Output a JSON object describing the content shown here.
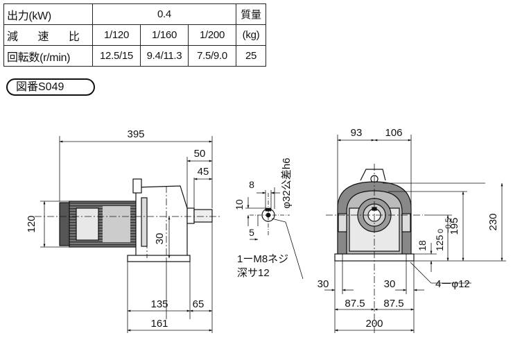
{
  "spec_table": {
    "output_label": "出力(kW)",
    "output_value": "0.4",
    "mass_header": "質量",
    "ratio_label": "減 速 比",
    "ratios": [
      "1/120",
      "1/160",
      "1/200"
    ],
    "mass_unit": "(kg)",
    "speed_label": "回転数(r/min)",
    "speeds": [
      "12.5/15",
      "9.4/11.3",
      "7.5/9.0"
    ],
    "mass_value": "25"
  },
  "figure_number": "図番S049",
  "dimensions": {
    "overall_length": "395",
    "shaft_50": "50",
    "shaft_45": "45",
    "motor_height": "120",
    "center_30": "30",
    "base_135": "135",
    "base_65": "65",
    "base_161": "161",
    "key_8": "8",
    "key_10": "10",
    "key_5": "5",
    "shaft_dia": "φ32公差h6",
    "tap": "1ーM8ネジ",
    "tap_depth": "深サ12",
    "width_93": "93",
    "width_106": "106",
    "height_230": "230",
    "height_195": "195",
    "shaft_height": "125",
    "shaft_tol": "0 \n−0.5",
    "tol_upper": "0",
    "tol_lower": "−0.5",
    "base_18": "18",
    "foot_30_left": "30",
    "foot_30_right": "30",
    "half_87_left": "87.5",
    "half_87_right": "87.5",
    "base_200": "200",
    "holes": "4ーφ12"
  }
}
